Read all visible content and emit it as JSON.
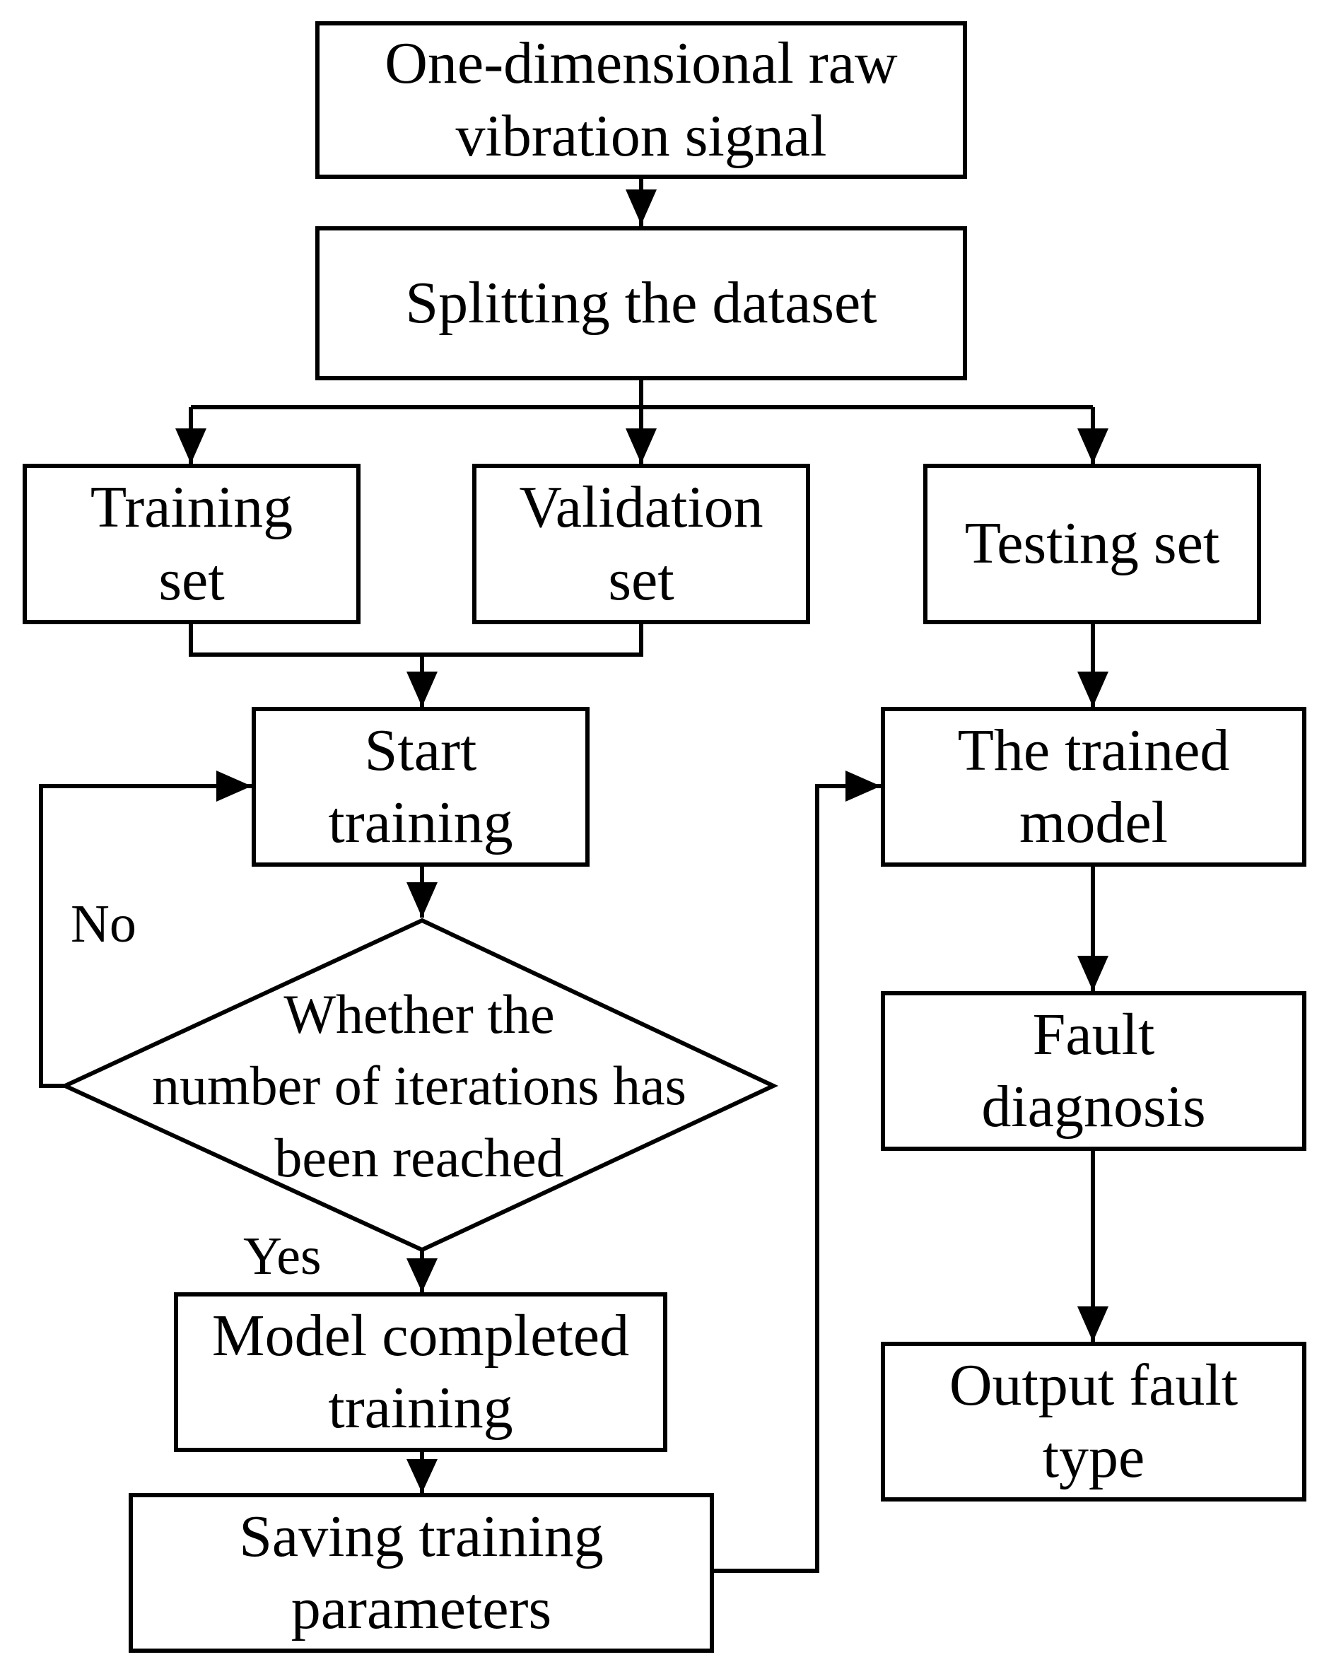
{
  "nodes": {
    "raw_signal": [
      "One-dimensional raw",
      "vibration signal"
    ],
    "split_dataset": [
      "Splitting the dataset"
    ],
    "training_set": [
      "Training",
      "set"
    ],
    "validation_set": [
      "Validation",
      "set"
    ],
    "testing_set": [
      "Testing set"
    ],
    "start_training": [
      "Start",
      "training"
    ],
    "iteration_check": [
      "Whether the",
      "number of iterations has",
      "been reached"
    ],
    "model_completed": [
      "Model completed",
      "training"
    ],
    "saving_parameters": [
      "Saving training",
      "parameters"
    ],
    "trained_model": [
      "The trained",
      "model"
    ],
    "fault_diagnosis": [
      "Fault",
      "diagnosis"
    ],
    "output_fault_type": [
      "Output fault",
      "type"
    ]
  },
  "edge_labels": {
    "no": "No",
    "yes": "Yes"
  }
}
